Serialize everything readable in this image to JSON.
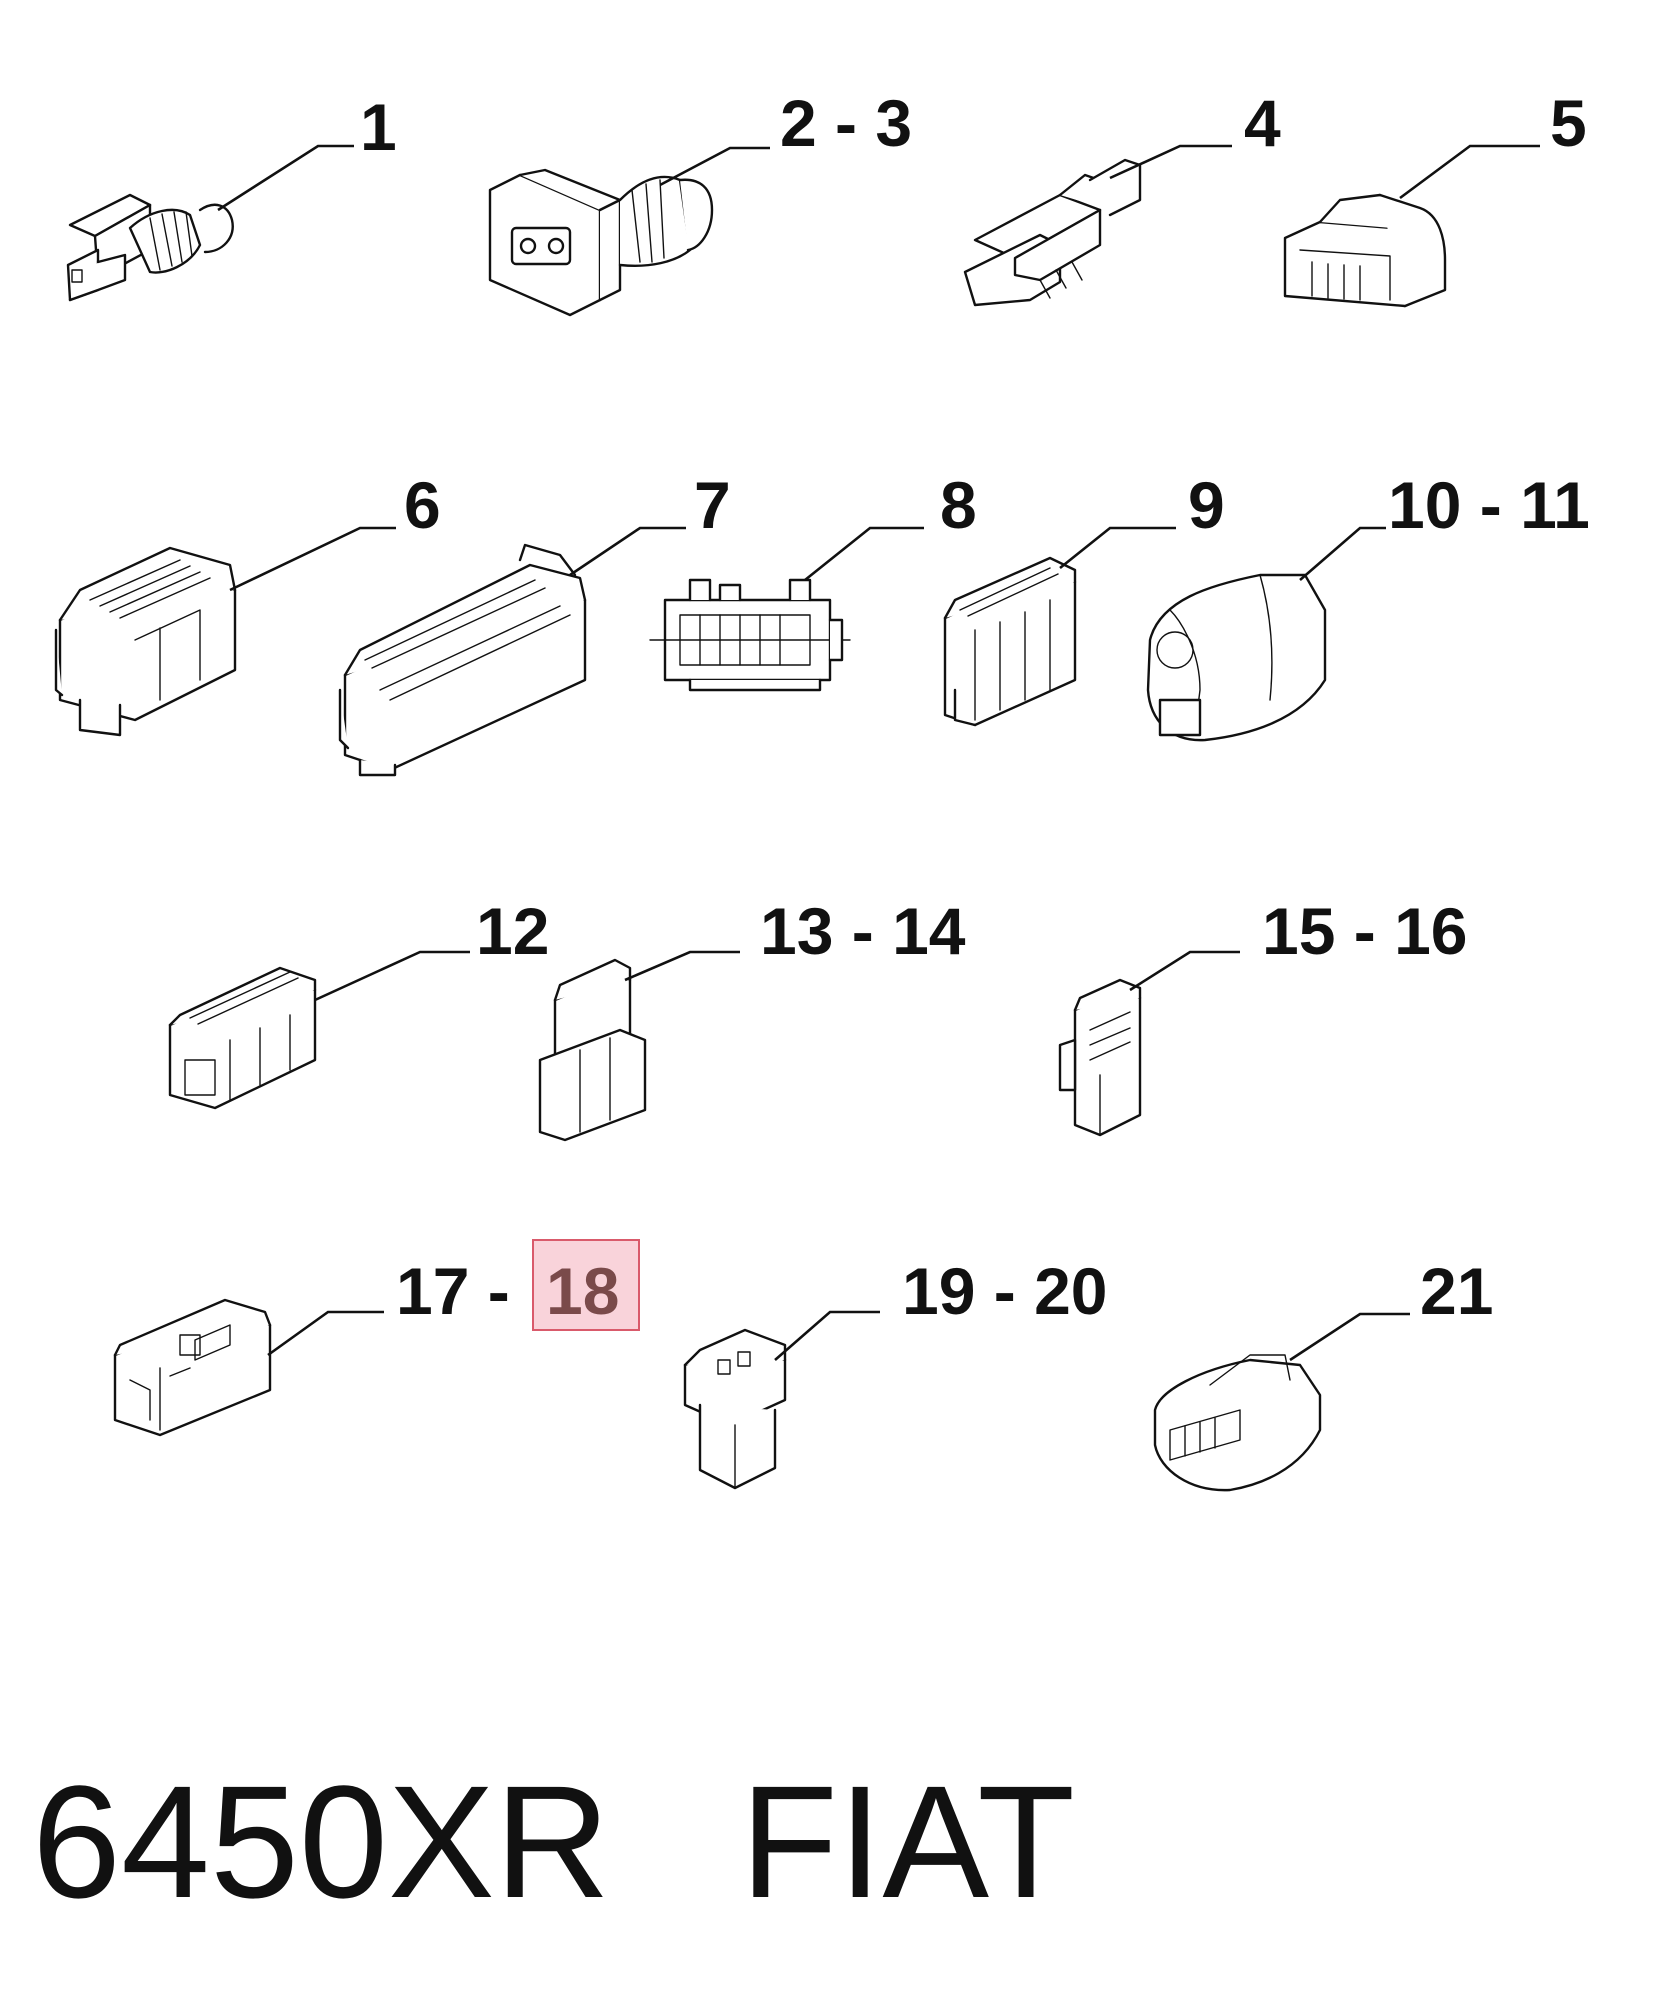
{
  "callouts": {
    "c1": "1",
    "c2_3": "2 - 3",
    "c4": "4",
    "c5": "5",
    "c6": "6",
    "c7": "7",
    "c8": "8",
    "c9": "9",
    "c10_11": "10 - 11",
    "c12": "12",
    "c13_14": "13 - 14",
    "c15_16": "15 - 16",
    "c17": "17 -",
    "c18": "18",
    "c19_20": "19 - 20",
    "c21": "21"
  },
  "highlighted_callout": "18",
  "colors": {
    "highlight_fill": "#f9d3da",
    "highlight_border": "#d95a6b",
    "highlight_text": "#7a4a4a",
    "ink": "#111111"
  },
  "footer": {
    "code": "6450XR",
    "brand": "FIAT"
  }
}
